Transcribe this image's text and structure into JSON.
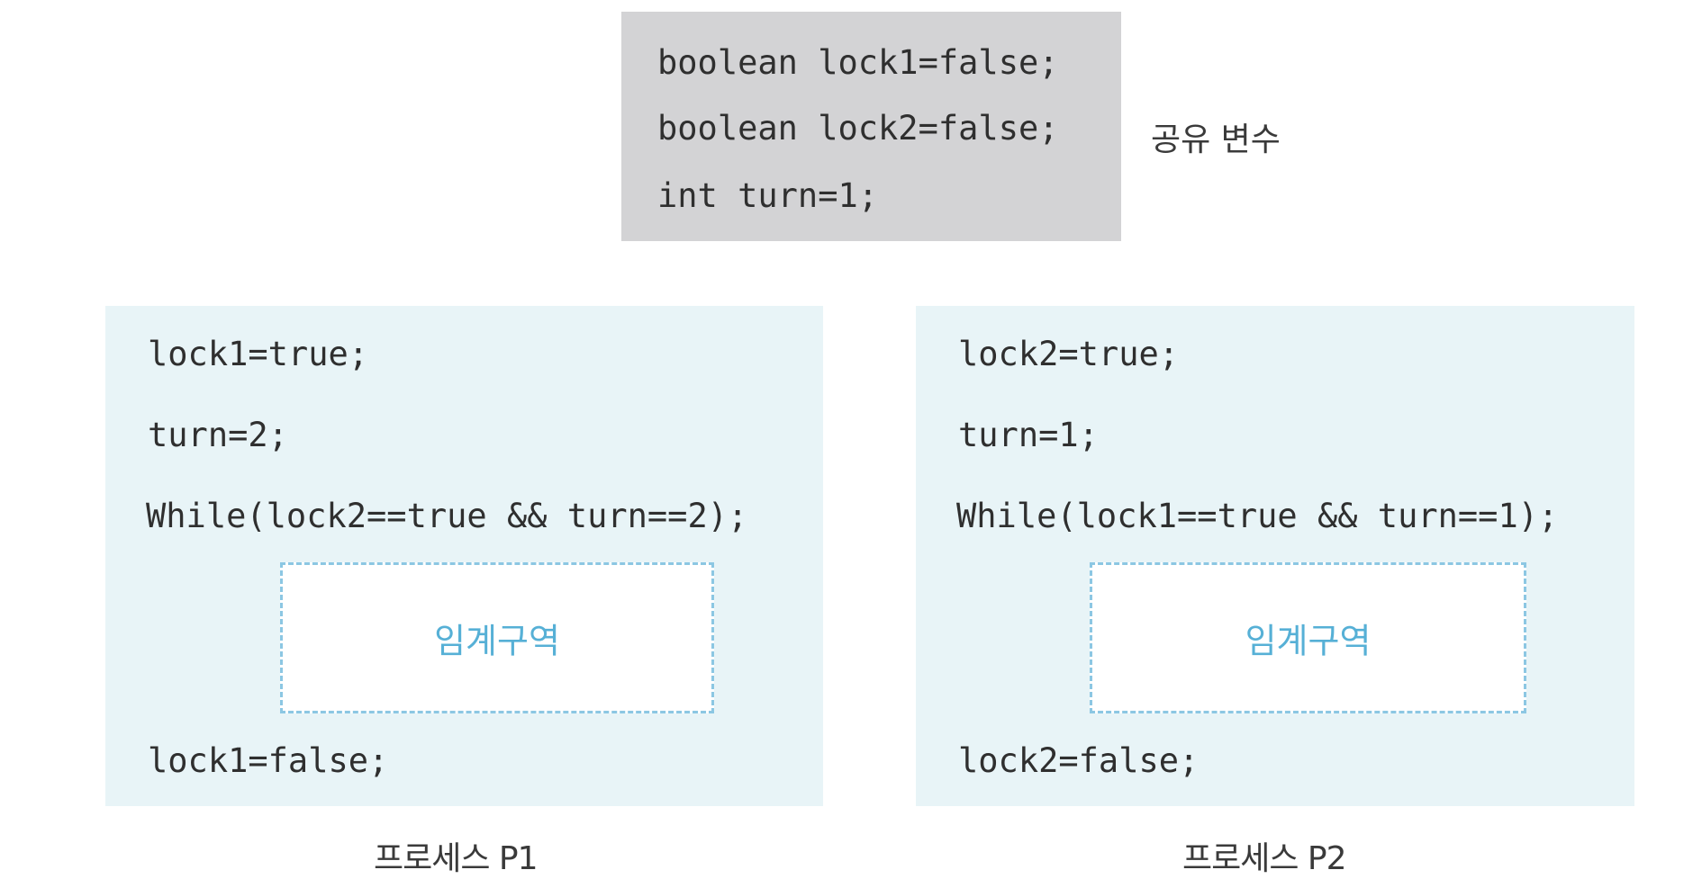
{
  "shared": {
    "code": [
      "boolean lock1=false;",
      "boolean lock2=false;",
      "int turn=1;"
    ],
    "label": "공유 변수"
  },
  "p1": {
    "lines": [
      "lock1=true;",
      "turn=2;",
      "While(lock2==true && turn==2);",
      "lock1=false;"
    ],
    "critical_label": "임계구역",
    "label": "프로세스 P1"
  },
  "p2": {
    "lines": [
      "lock2=true;",
      "turn=1;",
      "While(lock1==true && turn==1);",
      "lock2=false;"
    ],
    "critical_label": "임계구역",
    "label": "프로세스 P2"
  },
  "colors": {
    "shared_bg": "#d3d3d5",
    "panel_bg": "#e8f4f7",
    "critical_border": "#8cc7e3",
    "critical_text": "#56b0d6"
  }
}
